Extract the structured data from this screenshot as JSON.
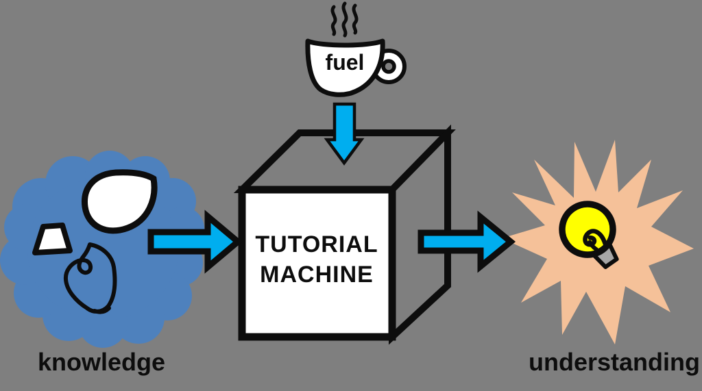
{
  "diagram": {
    "title": "tutorial-machine-flow",
    "colors": {
      "background": "#7F7F7F",
      "outline": "#0D0D0D",
      "arrow_blue": "#00AEEF",
      "cloud_blue": "#4E81BD",
      "burst_peach": "#F5C199",
      "bulb_yellow": "#FFFF00",
      "bulb_base_gray": "#A6A6A6",
      "shape_white": "#FFFFFF"
    },
    "labels": {
      "input": "knowledge",
      "fuel": "fuel",
      "machine_line1": "TUTORIAL",
      "machine_line2": "MACHINE",
      "output": "understanding"
    }
  }
}
